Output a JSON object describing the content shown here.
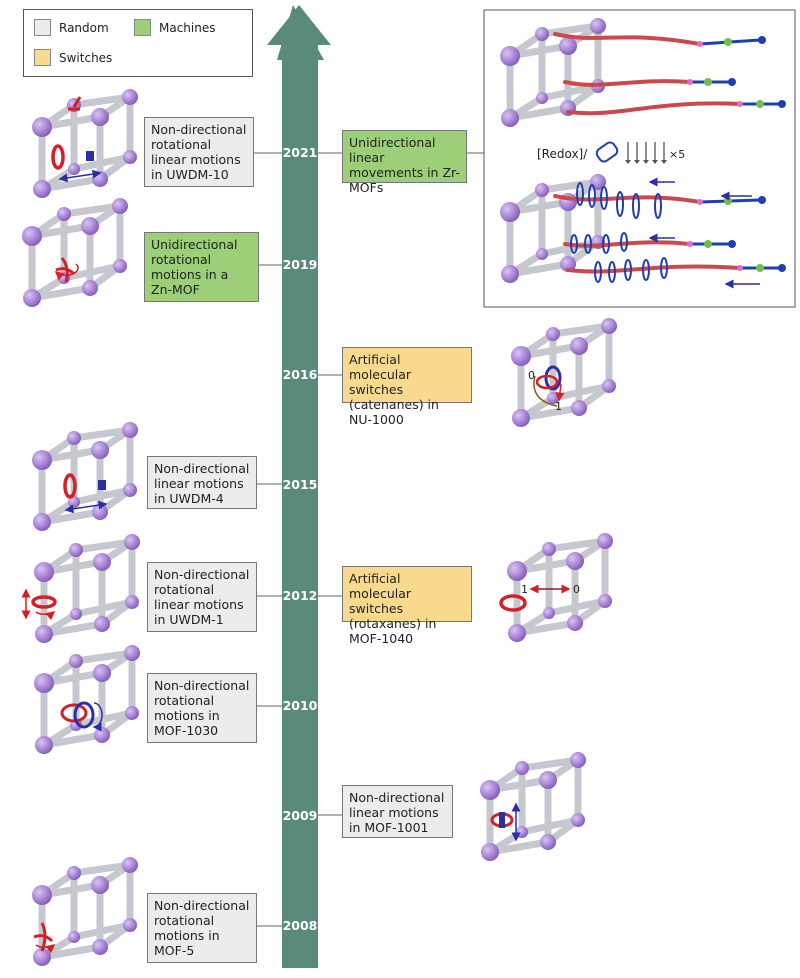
{
  "legend": [
    {
      "label": "Random",
      "color": "#ebecee"
    },
    {
      "label": "Machines",
      "color": "#9dcf78"
    },
    {
      "label": "Switches",
      "color": "#f9d98e"
    }
  ],
  "colors": {
    "timeline": "#5a8a7c",
    "sphere": "#a883d6",
    "ring": "#d51f26",
    "blue": "#1f3fb0"
  },
  "years": [
    "2021",
    "2019",
    "2016",
    "2015",
    "2012",
    "2010",
    "2009",
    "2008"
  ],
  "events": [
    {
      "year": "2021",
      "text": "Non-directional rotational linear motions in UWDM-10",
      "category": "Random"
    },
    {
      "year": "2021",
      "text": "Unidirectional linear movements in Zr-MOFs",
      "category": "Machines"
    },
    {
      "year": "2019",
      "text": "Unidirectional rotational motions in a Zn-MOF",
      "category": "Machines"
    },
    {
      "year": "2016",
      "text": "Artificial molecular switches (catenanes) in NU-1000",
      "category": "Switches"
    },
    {
      "year": "2015",
      "text": "Non-directional linear motions in UWDM-4",
      "category": "Random"
    },
    {
      "year": "2012",
      "text": "Non-directional rotational linear motions in UWDM-1",
      "category": "Random"
    },
    {
      "year": "2012",
      "text": "Artificial molecular switches (rotaxanes) in MOF-1040",
      "category": "Switches"
    },
    {
      "year": "2010",
      "text": "Non-directional rotational motions in MOF-1030",
      "category": "Random"
    },
    {
      "year": "2009",
      "text": "Non-directional linear motions in MOF-1001",
      "category": "Random"
    },
    {
      "year": "2008",
      "text": "Non-directional rotational motions in MOF-5",
      "category": "Random"
    }
  ],
  "inset": {
    "redox": "[Redox]/",
    "times": "×5"
  },
  "switch_states": {
    "a": "0",
    "b": "1"
  }
}
